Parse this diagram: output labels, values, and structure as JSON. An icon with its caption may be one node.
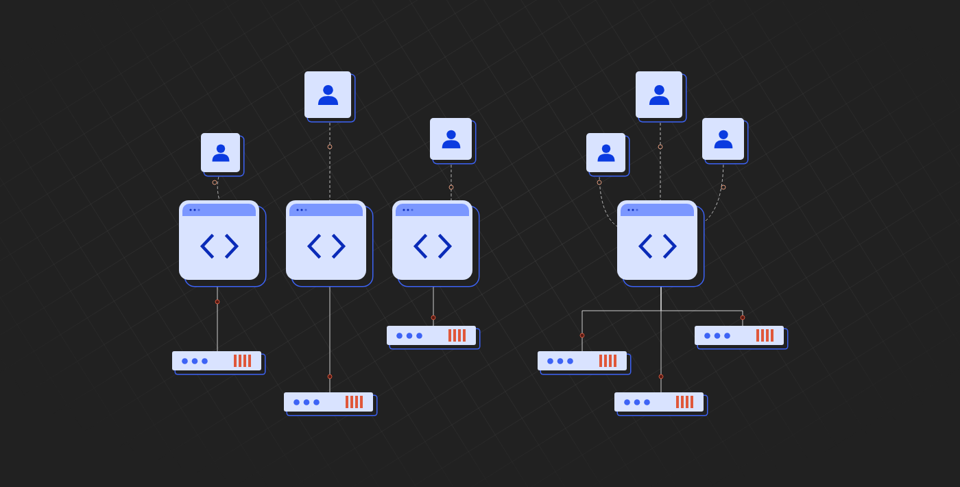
{
  "diagram": {
    "nodes": [
      {
        "text": [],
        "shape": "person"
      },
      {
        "text": [],
        "shape": "person"
      },
      {
        "text": [],
        "shape": "person"
      },
      {
        "text": [],
        "shape": "person"
      },
      {
        "text": [],
        "shape": "person"
      },
      {
        "text": [],
        "shape": "person"
      },
      {
        "text": [],
        "shape": "box"
      },
      {
        "text": [],
        "shape": "box"
      },
      {
        "text": [],
        "shape": "box"
      },
      {
        "text": [],
        "shape": "box"
      },
      {
        "text": [],
        "shape": "bar"
      },
      {
        "text": [],
        "shape": "bar"
      },
      {
        "text": [],
        "shape": "bar"
      },
      {
        "text": [],
        "shape": "bar"
      },
      {
        "text": [],
        "shape": "bar"
      },
      {
        "text": [],
        "shape": "bar"
      }
    ],
    "edges": [
      {
        "from": 0,
        "to": 6,
        "arrow": "none",
        "style": "dashed"
      },
      {
        "from": 1,
        "to": 7,
        "arrow": "none",
        "style": "dashed"
      },
      {
        "from": 2,
        "to": 8,
        "arrow": "none",
        "style": "dashed"
      },
      {
        "from": 3,
        "to": 9,
        "arrow": "none",
        "style": "dashed"
      },
      {
        "from": 4,
        "to": 9,
        "arrow": "none",
        "style": "dashed"
      },
      {
        "from": 5,
        "to": 9,
        "arrow": "none",
        "style": "dashed"
      },
      {
        "from": 6,
        "to": 10,
        "arrow": "none"
      },
      {
        "from": 7,
        "to": 11,
        "arrow": "none"
      },
      {
        "from": 8,
        "to": 12,
        "arrow": "none"
      },
      {
        "from": 9,
        "to": 13,
        "arrow": "none"
      },
      {
        "from": 9,
        "to": 14,
        "arrow": "none"
      },
      {
        "from": 9,
        "to": 15,
        "arrow": "none"
      }
    ]
  }
}
